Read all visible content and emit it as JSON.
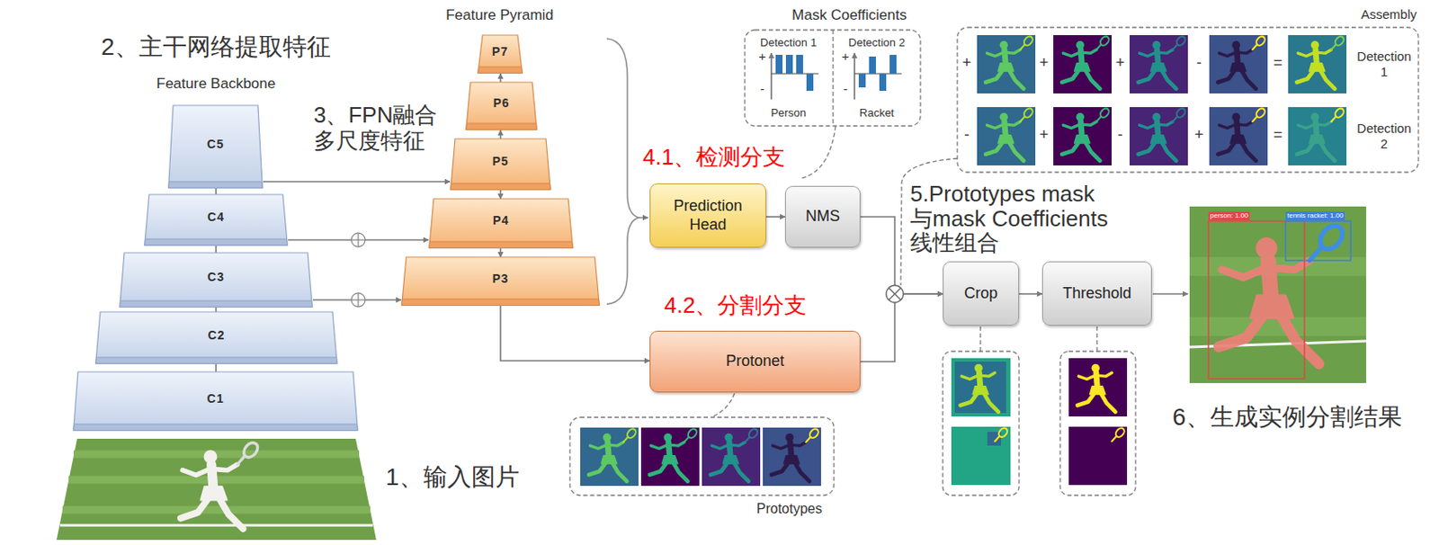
{
  "diagram": {
    "nodes": [
      {
        "text": [
          "C5"
        ]
      },
      {
        "text": [
          "C4"
        ]
      },
      {
        "text": [
          "C3"
        ]
      },
      {
        "text": [
          "C2"
        ]
      },
      {
        "text": [
          "C1"
        ]
      },
      {
        "text": [
          "P7"
        ]
      },
      {
        "text": [
          "P6"
        ]
      },
      {
        "text": [
          "P5"
        ]
      },
      {
        "text": [
          "P4"
        ]
      },
      {
        "text": [
          "P3"
        ]
      },
      {
        "text": [
          "Prediction Head"
        ]
      },
      {
        "text": [
          "NMS"
        ]
      },
      {
        "text": [
          "Protonet"
        ]
      },
      {
        "text": [
          "Crop"
        ]
      },
      {
        "text": [
          "Threshold"
        ]
      }
    ],
    "edges": [
      {
        "from": 0,
        "to": 7,
        "arrow": "to"
      },
      {
        "from": 1,
        "to": 8,
        "arrow": "to"
      },
      {
        "from": 2,
        "to": 9,
        "arrow": "to"
      },
      {
        "from": 4,
        "to": 3,
        "arrow": "none"
      },
      {
        "from": 3,
        "to": 2,
        "arrow": "none"
      },
      {
        "from": 2,
        "to": 1,
        "arrow": "none"
      },
      {
        "from": 1,
        "to": 0,
        "arrow": "none"
      },
      {
        "from": 7,
        "to": 6,
        "arrow": "to"
      },
      {
        "from": 6,
        "to": 5,
        "arrow": "to"
      },
      {
        "from": 7,
        "to": 8,
        "arrow": "to"
      },
      {
        "from": 8,
        "to": 9,
        "arrow": "to"
      },
      {
        "from": 9,
        "to": 12,
        "arrow": "to"
      },
      {
        "from": 10,
        "to": 11,
        "arrow": "to"
      },
      {
        "from": 11,
        "to": 13,
        "arrow": "to"
      },
      {
        "from": 12,
        "to": 13,
        "arrow": "to"
      },
      {
        "from": 13,
        "to": 14,
        "arrow": "to"
      }
    ],
    "labels": [
      "2、主干网络提取特征",
      "Feature Backbone",
      "Feature Pyramid",
      "3、FPN融合 多尺度特征",
      "Mask Coefficients",
      "Detection 1",
      "Detection 2",
      "+",
      "-",
      "+",
      "-",
      "Person",
      "Racket",
      "4.1、检测分支",
      "4.2、分割分支",
      "Prototypes",
      "Assembly",
      "+",
      "+",
      "+",
      "-",
      "=",
      "-",
      "+",
      "-",
      "+",
      "=",
      "Detection 1",
      "Detection 2",
      "5.Prototypes mask 与mask Coefficients 线性组合",
      "6、生成实例分割结果",
      "1、输入图片",
      "person: 1.00",
      "tennis racket: 1.00"
    ]
  }
}
